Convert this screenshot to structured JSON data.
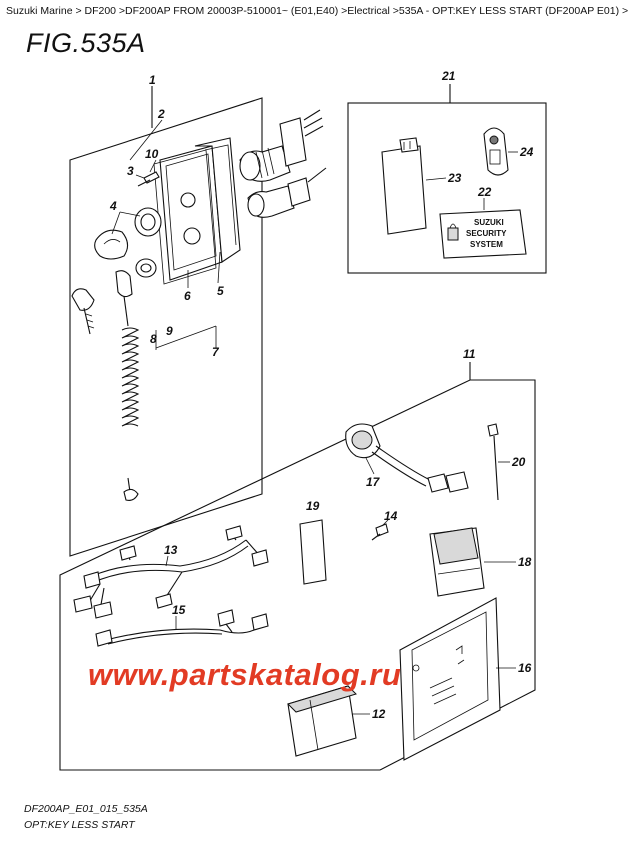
{
  "breadcrumb": "Suzuki Marine > DF200 >DF200AP FROM 20003P-510001~ (E01,E40) >Electrical >535A - OPT:KEY LESS START (DF200AP E01) >",
  "figure_title": "FIG.535A",
  "watermark": "www.partskatalog.ru",
  "footer": {
    "code": "DF200AP_E01_015_535A",
    "caption": "OPT:KEY LESS START"
  },
  "sticker_text": [
    "SUZUKI",
    "SECURITY",
    "SYSTEM"
  ],
  "callouts": {
    "c1": "1",
    "c2": "2",
    "c3": "3",
    "c4": "4",
    "c5": "5",
    "c6": "6",
    "c7": "7",
    "c8": "8",
    "c9": "9",
    "c10": "10",
    "c11": "11",
    "c12": "12",
    "c13": "13",
    "c14": "14",
    "c15": "15",
    "c16": "16",
    "c17": "17",
    "c18": "18",
    "c19": "19",
    "c20": "20",
    "c21": "21",
    "c22": "22",
    "c23": "23",
    "c24": "24"
  }
}
